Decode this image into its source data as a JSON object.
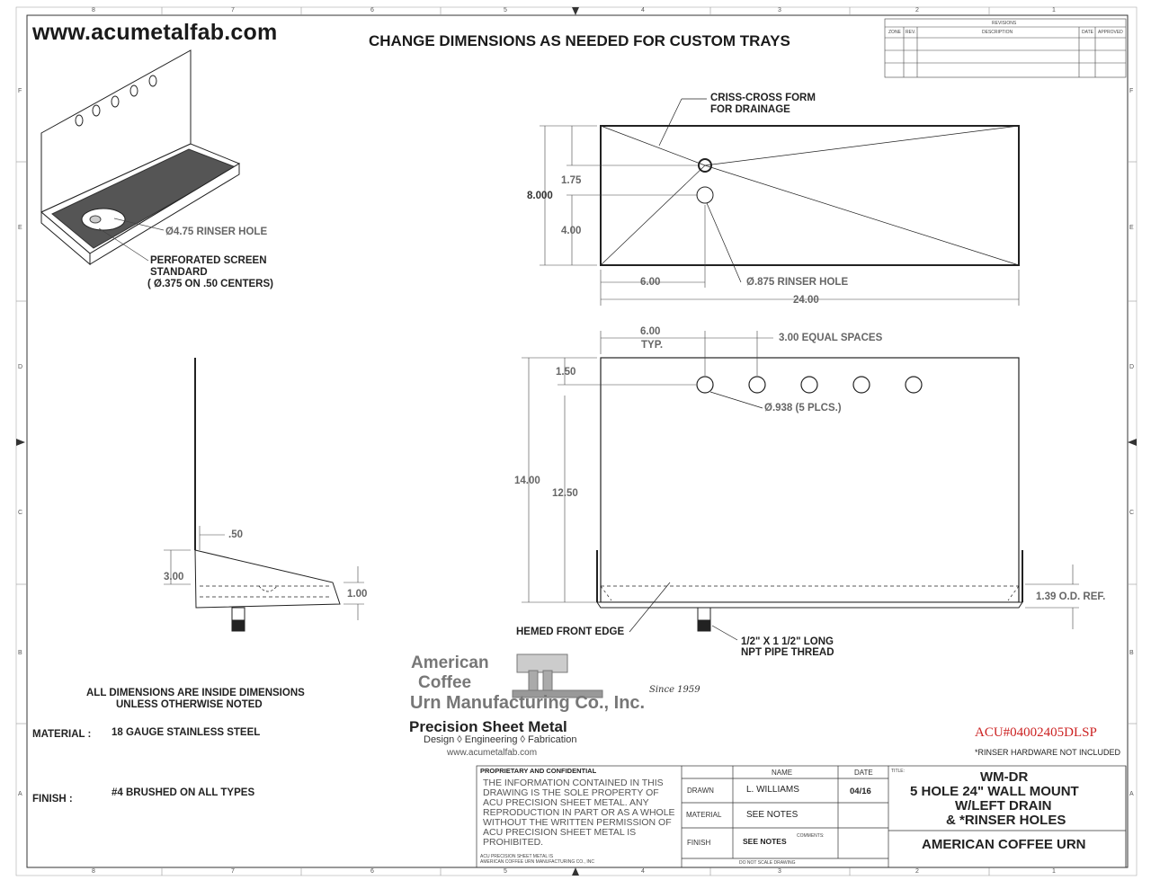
{
  "header": {
    "url": "www.acumetalfab.com",
    "note": "CHANGE DIMENSIONS AS NEEDED FOR CUSTOM TRAYS"
  },
  "revisions": {
    "title": "REVISIONS",
    "cols": [
      "ZONE",
      "REV.",
      "DESCRIPTION",
      "DATE",
      "APPROVED"
    ]
  },
  "zones": {
    "columns": [
      "8",
      "7",
      "6",
      "5",
      "4",
      "3",
      "2",
      "1"
    ],
    "rows": [
      "F",
      "E",
      "D",
      "C",
      "B",
      "A"
    ]
  },
  "iso_view": {
    "rinser_label": "Ø4.75 RINSER HOLE",
    "screen_label_1": "PERFORATED SCREEN",
    "screen_label_2": "STANDARD",
    "screen_label_3": "( Ø.375 ON .50 CENTERS)"
  },
  "top_view": {
    "criss_cross_1": "CRISS-CROSS FORM",
    "criss_cross_2": "FOR DRAINAGE",
    "dim_1_75": "1.75",
    "dim_8_000": "8.000",
    "dim_4_00": "4.00",
    "dim_6_00": "6.00",
    "rinser_hole": "Ø.875 RINSER HOLE",
    "dim_24_00": "24.00"
  },
  "front_view": {
    "dim_6_00": "6.00",
    "typ": "TYP.",
    "equal_spaces": "3.00 EQUAL SPACES",
    "dim_1_50": "1.50",
    "holes": "Ø.938 (5 PLCS.)",
    "dim_14_00": "14.00",
    "dim_12_50": "12.50",
    "od_ref": "1.39 O.D. REF.",
    "hemmed": "HEMED FRONT EDGE",
    "pipe_1": "1/2\" X 1 1/2\" LONG",
    "pipe_2": "NPT PIPE THREAD"
  },
  "side_view": {
    "dim_50": ".50",
    "dim_3_00": "3.00",
    "dim_1_00": "1.00"
  },
  "notes": {
    "dims_1": "ALL DIMENSIONS ARE INSIDE DIMENSIONS",
    "dims_2": "UNLESS OTHERWISE NOTED",
    "material_label": "MATERIAL :",
    "material_value": "18 GAUGE STAINLESS STEEL",
    "finish_label": "FINISH :",
    "finish_value": "#4 BRUSHED ON ALL TYPES"
  },
  "logo": {
    "line1": "American",
    "line2": "Coffee",
    "line3": "Urn Manufacturing Co., Inc.",
    "since": "Since 1959",
    "precision": "Precision Sheet Metal",
    "services": "Design  ◊  Engineering  ◊  Fabrication",
    "url": "www.acumetalfab.com"
  },
  "part_number": "ACU#04002405DLSP",
  "rinser_note": "*RINSER HARDWARE NOT INCLUDED",
  "title_block": {
    "prop_heading": "PROPRIETARY AND CONFIDENTIAL",
    "prop_text": "THE INFORMATION CONTAINED IN THIS DRAWING IS THE SOLE PROPERTY OF ACU PRECISION SHEET METAL.  ANY REPRODUCTION IN PART OR AS A WHOLE WITHOUT THE WRITTEN PERMISSION OF ACU PRECISION SHEET METAL IS PROHIBITED.",
    "prop_footer_1": "ACU PRECISION SHEET METAL IS",
    "prop_footer_2": "AMERICAN COFFEE URN MANUFACTURING CO., INC",
    "name_col": "NAME",
    "date_col": "DATE",
    "drawn_label": "DRAWN",
    "drawn_name": "L. WILLIAMS",
    "drawn_date": "04/16",
    "material_label": "MATERIAL",
    "material_value": "SEE NOTES",
    "finish_label": "FINISH",
    "finish_value": "SEE NOTES",
    "comments_label": "COMMENTS:",
    "no_scale": "DO NOT SCALE DRAWING",
    "title_label": "TITLE:",
    "title_1": "WM-DR",
    "title_2": "5 HOLE    24\" WALL MOUNT",
    "title_3": "W/LEFT DRAIN",
    "title_4": "& *RINSER HOLES",
    "company": "AMERICAN COFFEE URN"
  }
}
